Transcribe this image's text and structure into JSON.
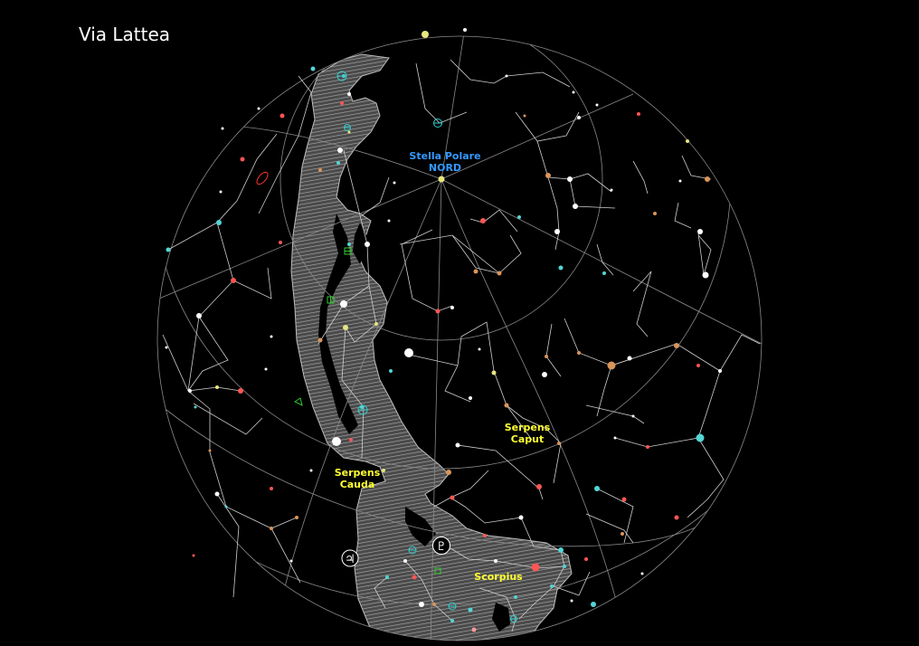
{
  "title": "Via Lattea",
  "labels": {
    "polaris": "Stella Polare\nNORD",
    "serpens_caput": "Serpens\nCaput",
    "serpens_cauda": "Serpens\nCauda",
    "scorpius": "Scorpius"
  },
  "planets": {
    "jupiter": "♃",
    "pluto": "♇"
  },
  "colors": {
    "background": "#000000",
    "grid": "#8a8a8a",
    "constellation_lines": "#cfcfcf",
    "milky_way": "#9a9a9a",
    "label_yellow": "#ffff33",
    "label_blue": "#3399ff",
    "star_white": "#ffffff",
    "star_red": "#ff5555",
    "star_orange": "#d9955a",
    "star_cyan": "#55d5d5",
    "star_yellow": "#e6e680",
    "deep_sky_cyan": "#33cccc",
    "deep_sky_green": "#33cc33",
    "galaxy_red": "#ff3333"
  }
}
